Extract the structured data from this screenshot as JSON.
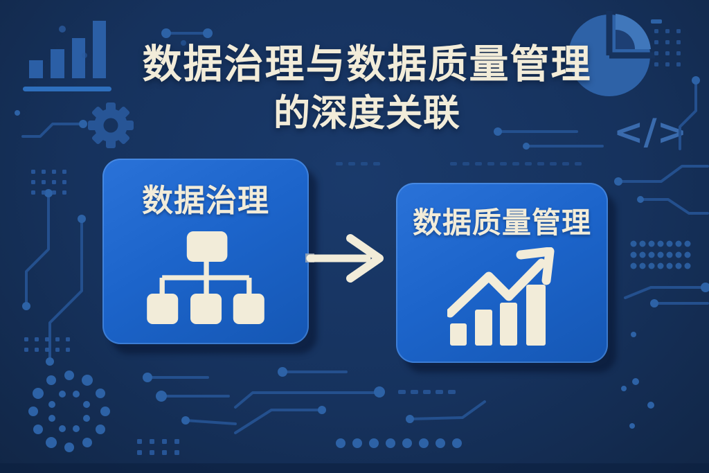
{
  "title": {
    "line1": "数据治理与数据质量管理",
    "line2": "的深度关联"
  },
  "cards": {
    "governance": {
      "label": "数据治理",
      "icon": "org-hierarchy-icon"
    },
    "quality": {
      "label": "数据质量管理",
      "icon": "growth-bars-arrow-icon"
    }
  },
  "connector": {
    "icon": "arrow-right-icon",
    "direction": "left-to-right"
  },
  "decorations": {
    "code_symbol_text": "</>",
    "icons": [
      "bar-chart-logo-icon",
      "gear-icon",
      "pie-chart-icon",
      "code-symbol",
      "circuit-traces",
      "dotted-ring",
      "dot-grids"
    ]
  },
  "colors": {
    "background": "#16325d",
    "card_blue": "#1c64ca",
    "cream_text": "#f2ecd9",
    "decor_line": "#24508e",
    "decor_dot": "#2d62a6",
    "decor_icon_blue": "#2b5fa6",
    "underline_blue": "#2e6fbd",
    "pie_main": "#2e62a7",
    "pie_slice_light": "#4077bb",
    "pie_slice_dark": "#1d3f74",
    "code_symbol": "#3a6bad"
  }
}
